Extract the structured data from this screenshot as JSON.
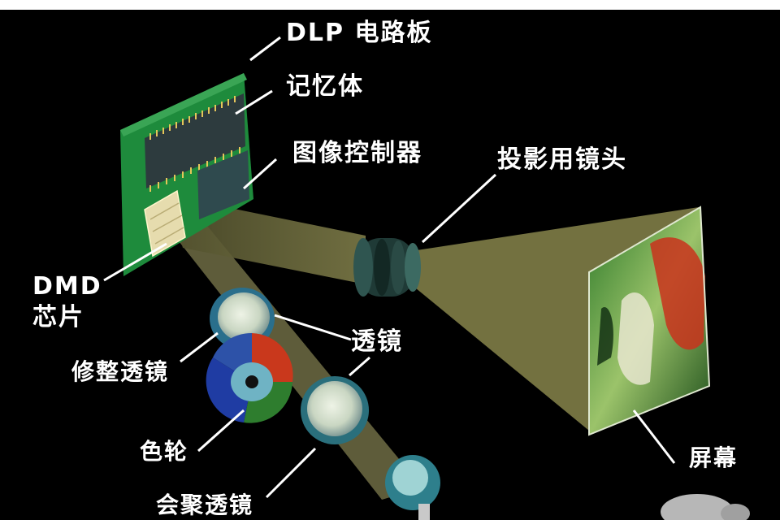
{
  "labels": {
    "dlp_board": "DLP 电路板",
    "memory": "记忆体",
    "image_controller": "图像控制器",
    "projection_lens": "投影用镜头",
    "dmd_line1": "DMD",
    "dmd_line2": "芯片",
    "lens": "透镜",
    "trim_lens": "修整透镜",
    "color_wheel": "色轮",
    "condenser_lens": "会聚透镜",
    "screen": "屏幕"
  },
  "colors": {
    "background": "#000000",
    "board_green": "#1f8a3a",
    "beam": "#8c8a55",
    "label_text": "#ffffff"
  }
}
